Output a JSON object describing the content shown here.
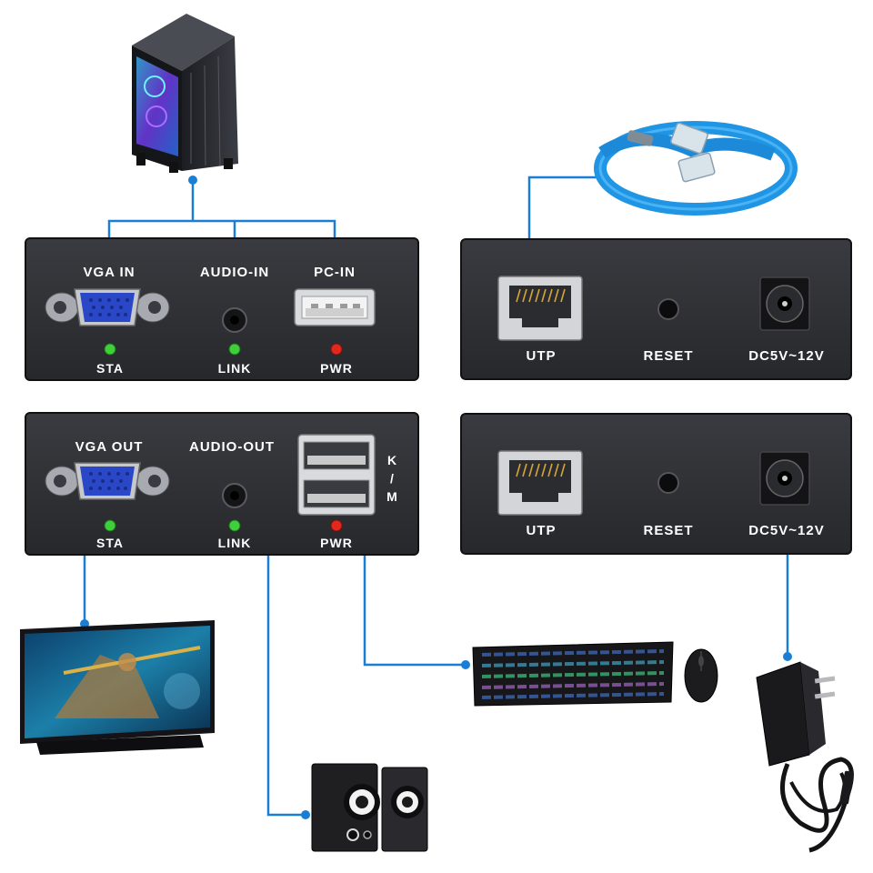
{
  "transmitter_front": {
    "vga_in": "VGA IN",
    "audio_in": "AUDIO-IN",
    "pc_in": "PC-IN",
    "sta": "STA",
    "link": "LINK",
    "pwr": "PWR"
  },
  "receiver_front": {
    "vga_out": "VGA OUT",
    "audio_out": "AUDIO-OUT",
    "km": "K/M",
    "sta": "STA",
    "link": "LINK",
    "pwr": "PWR"
  },
  "transmitter_back": {
    "utp": "UTP",
    "reset": "RESET",
    "dc": "DC5V~12V"
  },
  "receiver_back": {
    "utp": "UTP",
    "reset": "RESET",
    "dc": "DC5V~12V"
  },
  "colors": {
    "wire": "#1a7fd4",
    "panel": "#2e2f33",
    "vga_port": "#2a47c8",
    "led_green": "#3fcf3a",
    "led_red": "#e0281e"
  }
}
